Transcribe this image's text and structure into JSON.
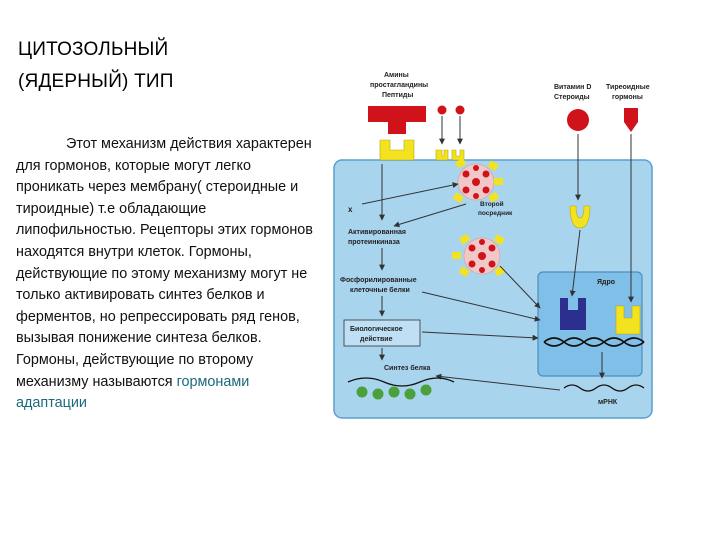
{
  "title": {
    "line1": "ЦИТОЗОЛЬНЫЙ",
    "line2": "(ЯДЕРНЫЙ) ТИП"
  },
  "body": {
    "text": "Этот механизм действия характерен для гормонов, которые могут легко проникать через мембрану( стероидные и тироидные) т.е обладающие липофильностью. Рецепторы этих гормонов находятся внутри клеток. Гормоны, действующие по этому механизму могут не только активировать синтез белков и ферментов, но репрессировать ряд генов, вызывая понижение синтеза белков. Гормоны, действующие по второму механизму называются",
    "highlight": "гормонами адаптации"
  },
  "diagram": {
    "labels": {
      "amines_1": "Амины",
      "amines_2": "простагландины",
      "amines_3": "Пептиды",
      "vitd_1": "Витамин D",
      "vitd_2": "Стероиды",
      "thyroid_1": "Тиреоидные",
      "thyroid_2": "гормоны",
      "x": "x",
      "second_1": "Второй",
      "second_2": "посредник",
      "kinase_1": "Активированная",
      "kinase_2": "протеинкиназа",
      "phos_1": "Фосфорилированные",
      "phos_2": "клеточные белки",
      "bio_1": "Биологическое",
      "bio_2": "действие",
      "protein": "Синтез белка",
      "nucleus": "Ядро",
      "mrna": "мРНК"
    },
    "colors": {
      "cell_fill": "#a9d4ee",
      "cell_stroke": "#5a9fce",
      "nucleus_fill": "#7fbfe8",
      "hormone_red": "#d0121b",
      "receptor_yellow": "#f3e21f",
      "receptor_navy": "#2d2f8f",
      "ribosome_green": "#4aa03a",
      "arrow": "#333333"
    }
  }
}
